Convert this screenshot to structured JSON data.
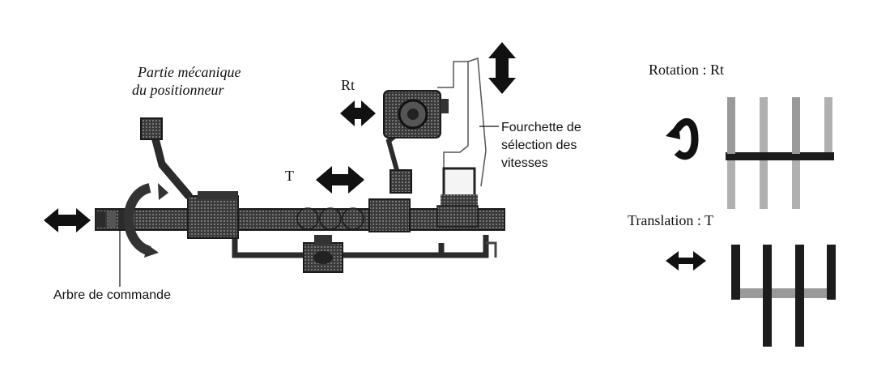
{
  "labels": {
    "partie_line1": "Partie mécanique",
    "partie_line2": "du positionneur",
    "rt": "Rt",
    "t": "T",
    "fourchette_line1": "Fourchette de",
    "fourchette_line2": "sélection des",
    "fourchette_line3": "vitesses",
    "arbre": "Arbre de commande",
    "rotation": "Rotation : Rt",
    "translation": "Translation : T"
  },
  "colors": {
    "ink": "#111111",
    "metal_dark": "#2b2b2b",
    "metal_mid": "#555555",
    "grey_bar": "#b0b0b0"
  }
}
